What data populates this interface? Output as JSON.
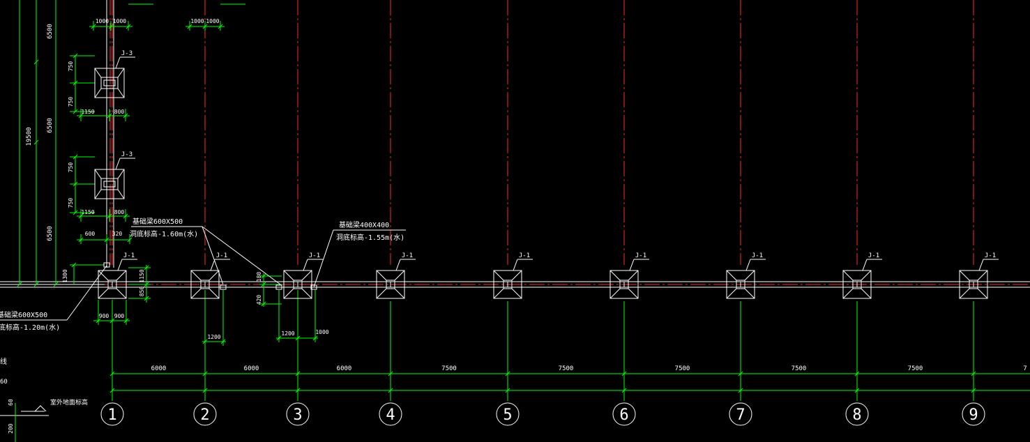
{
  "colors": {
    "background": "#000000",
    "line": "#ffffff",
    "dimension": "#00ff00",
    "axis": "#ff2a2a",
    "text": "#ffffff"
  },
  "grid_axes": [
    {
      "label": "1"
    },
    {
      "label": "2"
    },
    {
      "label": "3"
    },
    {
      "label": "4"
    },
    {
      "label": "5"
    },
    {
      "label": "6"
    },
    {
      "label": "7"
    },
    {
      "label": "8"
    },
    {
      "label": "9"
    }
  ],
  "bottom_spacing_labels": [
    "6000",
    "6000",
    "6000",
    "7500",
    "7500",
    "7500",
    "7500",
    "7500",
    "7"
  ],
  "footing_tags": {
    "j1": "J-1",
    "j3": "J-3"
  },
  "top_dims": {
    "axis1": [
      "1000",
      "1000"
    ],
    "axis2": [
      "1000",
      "1000"
    ]
  },
  "left_vertical_dims": {
    "outer_total": "19500",
    "spans": [
      "6500",
      "6500",
      "6500"
    ],
    "j3_upper": [
      "750",
      "750"
    ],
    "j3_lower": [
      "750",
      "750"
    ],
    "j1_offset": "1300"
  },
  "j3_width_dims": {
    "upper": [
      "1150",
      "800"
    ],
    "lower": [
      "1150",
      "800"
    ]
  },
  "axis1_dims": {
    "below": [
      "900",
      "900"
    ],
    "right_vertical": [
      "1150",
      "850"
    ],
    "offsets": [
      "600",
      "320"
    ]
  },
  "axis2_dims": {
    "below": "1200"
  },
  "axis3_dims": {
    "below": [
      "1200",
      "1000"
    ],
    "left_vertical": [
      "180",
      "420"
    ]
  },
  "notes": {
    "a_line1": "基础梁600X500",
    "a_line2": "洞底标高-1.60m(水)",
    "b_line1": "基础梁400X400",
    "b_line2": "洞底标高-1.55m(水)",
    "c_line1": "基础梁600X500",
    "c_line2": "底标高-1.20m(水)"
  },
  "bottom_left": {
    "fragment_1": "线",
    "fragment_2": "60",
    "level_label": "室外地面标高",
    "dim_60": "60",
    "dim_200": "200"
  }
}
